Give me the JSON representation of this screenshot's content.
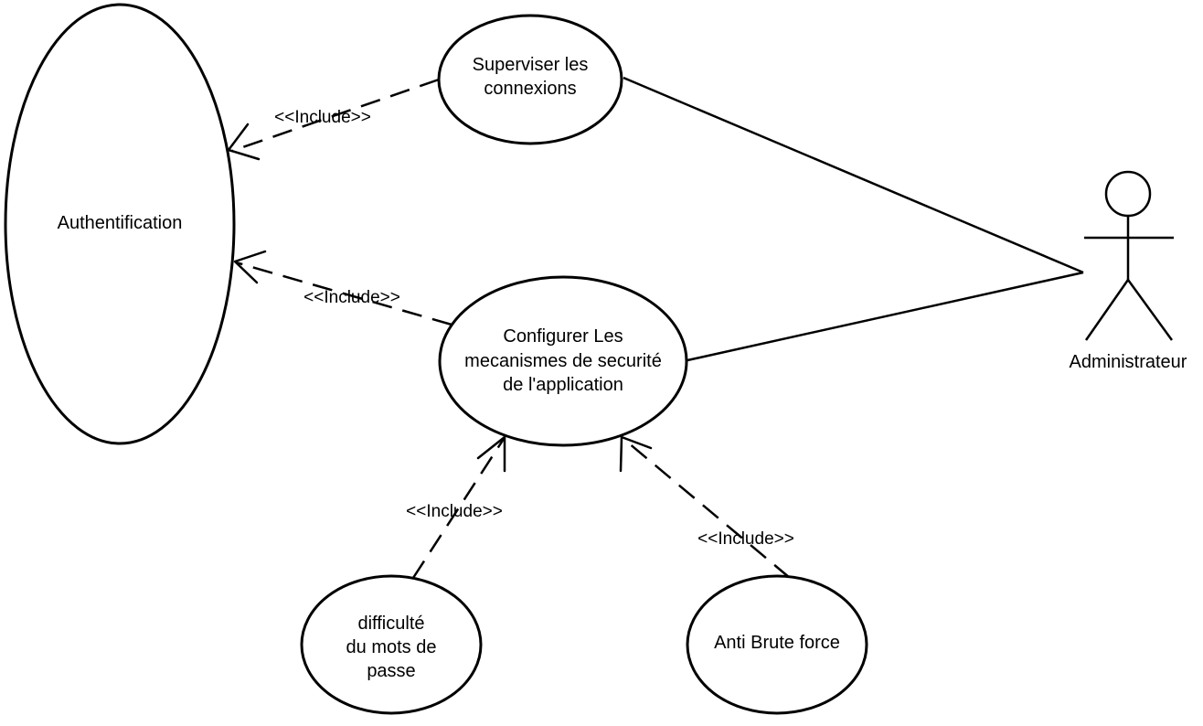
{
  "actor": {
    "name": "Administrateur"
  },
  "use_cases": {
    "authentification": {
      "lines": [
        "Authentification"
      ]
    },
    "superviser": {
      "lines": [
        "Superviser les",
        "connexions"
      ]
    },
    "configurer": {
      "lines": [
        "Configurer Les",
        "mecanismes de securité",
        "de l'application"
      ]
    },
    "difficulte": {
      "lines": [
        "difficulté",
        "du mots de",
        "passe"
      ]
    },
    "anti_brute": {
      "lines": [
        "Anti Brute force"
      ]
    }
  },
  "relations": [
    {
      "from": "superviser",
      "to": "authentification",
      "type": "include",
      "label": "<<Include>>"
    },
    {
      "from": "configurer",
      "to": "authentification",
      "type": "include",
      "label": "<<Include>>"
    },
    {
      "from": "difficulte",
      "to": "configurer",
      "type": "include",
      "label": "<<Include>>"
    },
    {
      "from": "anti_brute",
      "to": "configurer",
      "type": "include",
      "label": "<<Include>>"
    },
    {
      "from": "actor",
      "to": "superviser",
      "type": "association"
    },
    {
      "from": "actor",
      "to": "configurer",
      "type": "association"
    }
  ]
}
